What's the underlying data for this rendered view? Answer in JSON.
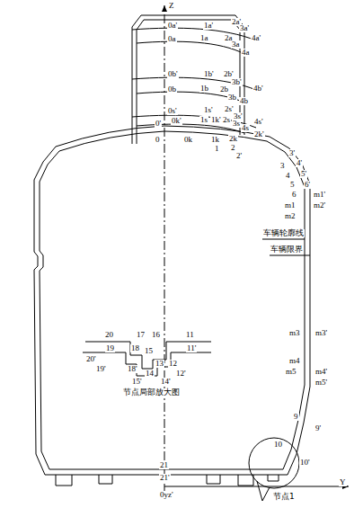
{
  "diagram": {
    "labels": [
      "Z",
      "0a'",
      "1a'",
      "2a'",
      "3a'",
      "0a",
      "1a",
      "2a",
      "3a",
      "4a'",
      "4a",
      "0b'",
      "1b'",
      "2b'",
      "3b'",
      "4b'",
      "0b",
      "1b",
      "2b",
      "3b",
      "4b",
      "0s'",
      "1s'",
      "2s'",
      "3s'",
      "4s'",
      "0'",
      "0k'",
      "1s",
      "1k'",
      "2s",
      "3s",
      "4s",
      "2k'",
      "0",
      "0k",
      "1k",
      "1",
      "2k",
      "2",
      "2'",
      "3'",
      "4'",
      "3",
      "4",
      "5'",
      "5",
      "6'",
      "6",
      "m1'",
      "m1",
      "m2'",
      "m2",
      "车辆轮廓线",
      "车辆限界",
      "m3",
      "m3'",
      "m4",
      "m4'",
      "m5",
      "m5'",
      "9",
      "9'",
      "10",
      "10'",
      "20",
      "19",
      "20'",
      "19'",
      "17",
      "16",
      "11",
      "18",
      "15",
      "11'",
      "13",
      "12",
      "12'",
      "18'",
      "15'",
      "14",
      "14'",
      "节点局部放大图",
      "21",
      "21'",
      "0yz'",
      "Y",
      "节点1"
    ]
  }
}
